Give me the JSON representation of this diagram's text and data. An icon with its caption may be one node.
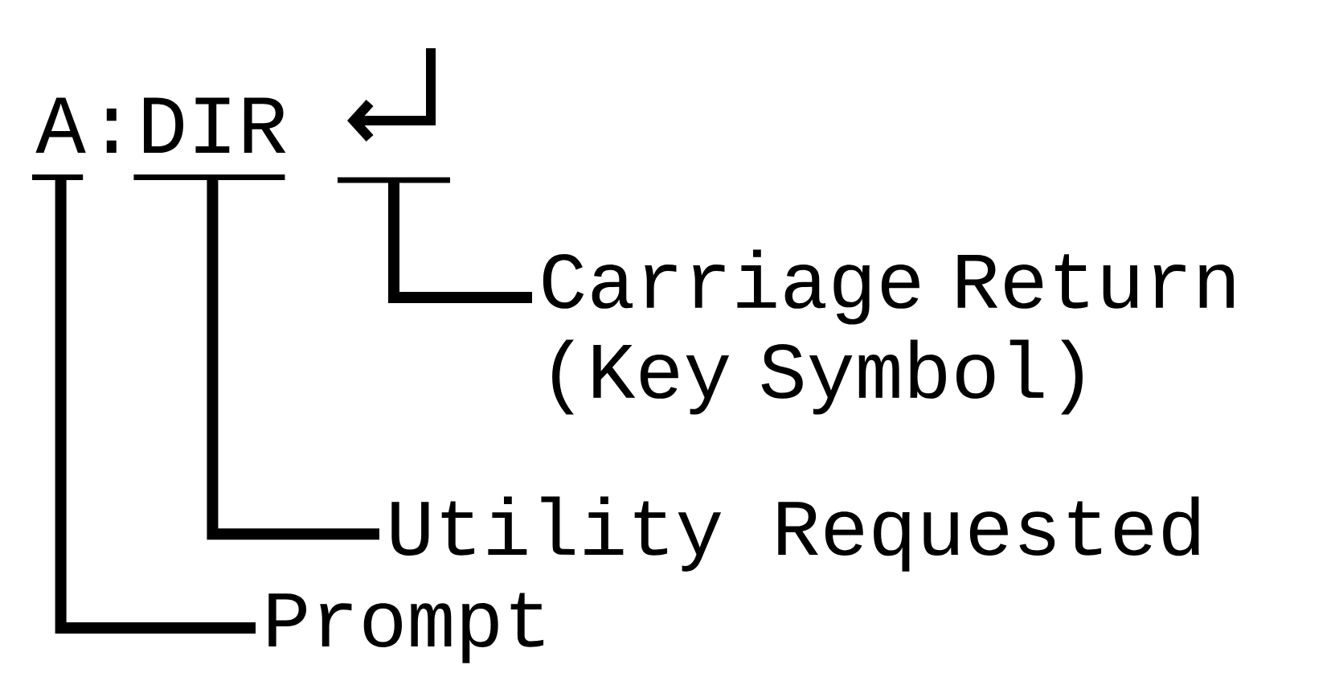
{
  "diagram": {
    "nodes": [
      {
        "text": [
          "A"
        ]
      },
      {
        "text": [
          "DIR"
        ]
      },
      {
        "text": [],
        "shape": "picture"
      },
      {
        "text": [
          "Carriage Return (Key Symbol)"
        ]
      },
      {
        "text": [
          "Utility Requested"
        ]
      },
      {
        "text": [
          "Prompt"
        ]
      }
    ],
    "edges": [
      {
        "from": 3,
        "to": 2,
        "arrow": "none"
      },
      {
        "from": 4,
        "to": 1,
        "arrow": "none"
      },
      {
        "from": 5,
        "to": 0,
        "arrow": "none"
      }
    ],
    "labels": [
      ":"
    ]
  }
}
